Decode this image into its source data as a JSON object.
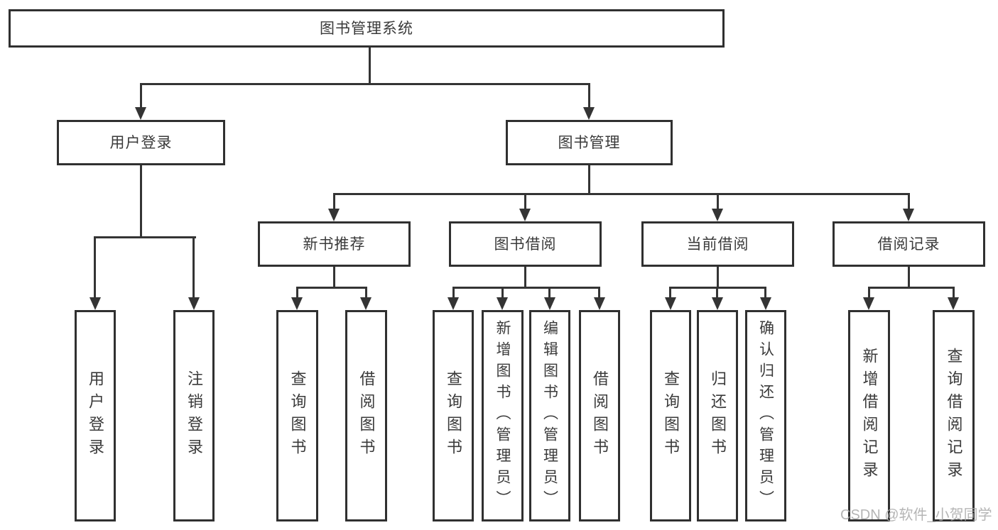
{
  "tree": {
    "label": "图书管理系统",
    "children": [
      {
        "label": "用户登录",
        "children": [
          {
            "label": "用户登录"
          },
          {
            "label": "注销登录"
          }
        ]
      },
      {
        "label": "图书管理",
        "children": [
          {
            "label": "新书推荐",
            "children": [
              {
                "label": "查询图书"
              },
              {
                "label": "借阅图书"
              }
            ]
          },
          {
            "label": "图书借阅",
            "children": [
              {
                "label": "查询图书"
              },
              {
                "label": "新增图书（管理员）"
              },
              {
                "label": "编辑图书（管理员）"
              },
              {
                "label": "借阅图书"
              }
            ]
          },
          {
            "label": "当前借阅",
            "children": [
              {
                "label": "查询图书"
              },
              {
                "label": "归还图书"
              },
              {
                "label": "确认归还（管理员）"
              }
            ]
          },
          {
            "label": "借阅记录",
            "children": [
              {
                "label": "新增借阅记录"
              },
              {
                "label": "查询借阅记录"
              }
            ]
          }
        ]
      }
    ]
  },
  "watermark": {
    "text": "CSDN @软件_小贺同学"
  },
  "style": {
    "line_color": "#343434",
    "text_color": "#3a3a3a",
    "background": "#ffffff"
  }
}
